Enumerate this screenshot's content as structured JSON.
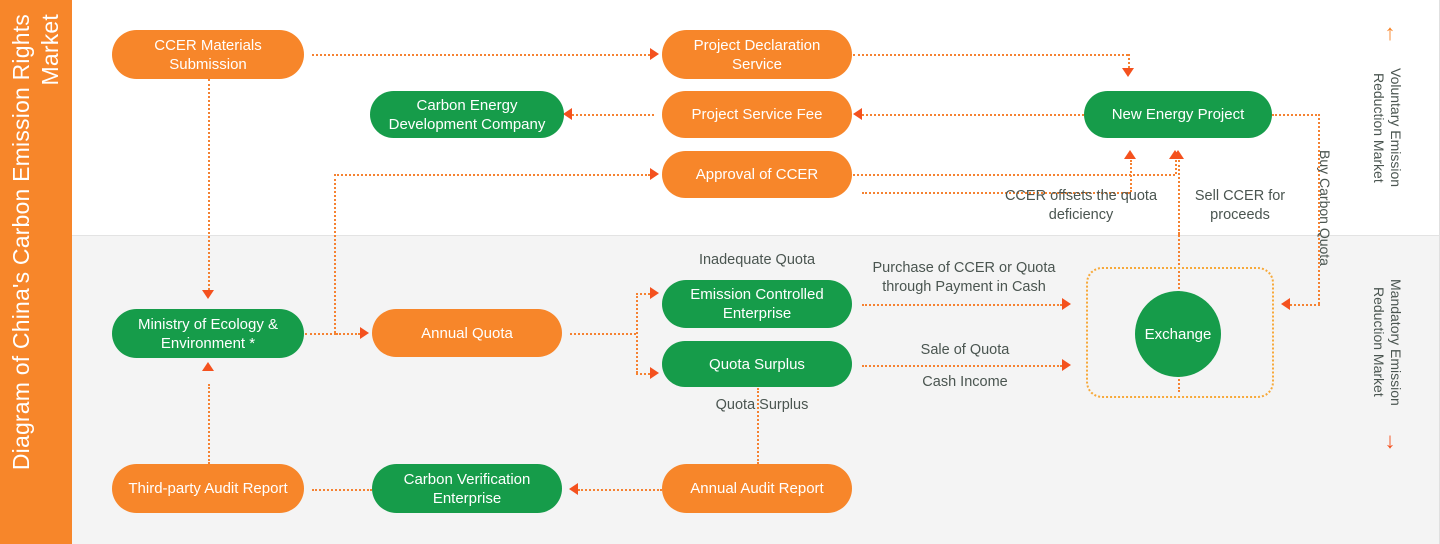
{
  "sidebar": {
    "title": "Diagram of China's Carbon Emission Rights Market"
  },
  "markets": {
    "voluntary": "Voluntary Emission\nReduction Market",
    "mandatory": "Mandatory Emission\nReduction Market",
    "up_arrow": "↑",
    "down_arrow": "↓"
  },
  "colors": {
    "orange": "#F7862A",
    "green": "#169C4A",
    "arrow": "#F4511E",
    "dotted": "#F58232"
  },
  "nodes": {
    "ccer_materials": "CCER Materials\nSubmission",
    "project_declaration": "Project Declaration\nService",
    "carbon_energy_company": "Carbon Energy\nDevelopment Company",
    "project_service_fee": "Project Service Fee",
    "approval_ccer": "Approval of CCER",
    "new_energy_project": "New Energy Project",
    "ministry": "Ministry of\nEcology & Environment *",
    "annual_quota": "Annual Quota",
    "emission_controlled": "Emission Controlled\nEnterprise",
    "quota_surplus_node": "Quota Surplus",
    "exchange": "Exchange",
    "third_party_audit": "Third-party Audit\nReport",
    "carbon_verification": "Carbon Verification\nEnterprise",
    "annual_audit": "Annual Audit Report"
  },
  "edge_labels": {
    "ccer_offsets": "CCER offsets the quota\ndeficiency",
    "sell_ccer": "Sell CCER for\nproceeds",
    "buy_carbon_quota": "Buy Carbon Quota",
    "inadequate_quota": "Inadequate Quota",
    "quota_surplus": "Quota Surplus",
    "purchase_ccer": "Purchase of CCER or Quota\nthrough Payment in Cash",
    "sale_of_quota": "Sale of Quota",
    "cash_income": "Cash Income"
  }
}
